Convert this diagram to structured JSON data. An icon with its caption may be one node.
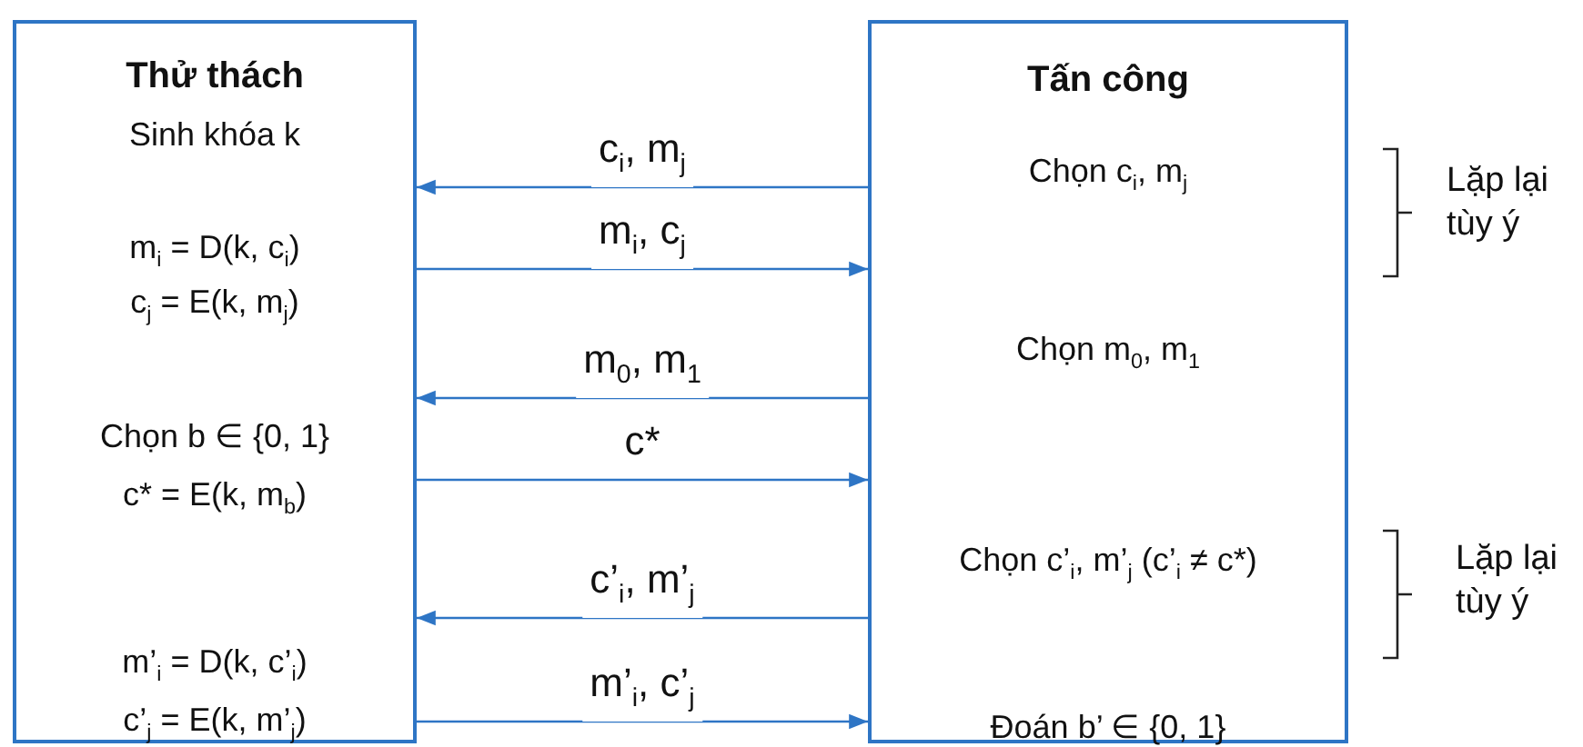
{
  "diagram": {
    "nodes": [
      {
        "text": [
          "Thử thách",
          "Sinh khóa k",
          "m$_{i}$ = D(k, c$_{i}$)",
          "c$_{j}$ = E(k, m$_{j}$)",
          "Chọn b ∈ {0, 1}",
          "c* =  E(k, m$_{b}$)",
          "m’$_{i}$ = D(k, c’$_{i}$)",
          "c’$_{j}$ = E(k, m’$_{j}$)"
        ]
      },
      {
        "text": [
          "Tấn công",
          "Chọn c$_{i}$, m$_{j}$",
          "Chọn m$_{0}$, m$_{1}$",
          "Chọn c’$_{i}$, m’$_{j}$ (c’$_{i}$ ≠ c*)",
          "Đoán b’ ∈ {0, 1}"
        ]
      }
    ],
    "edges": [
      {
        "from": 1,
        "to": 0,
        "arrow": "to",
        "label": "c$_{i}$, m$_{j}$"
      },
      {
        "from": 0,
        "to": 1,
        "arrow": "to",
        "label": "m$_{i}$, c$_{j}$"
      },
      {
        "from": 1,
        "to": 0,
        "arrow": "to",
        "label": "m$_{0}$, m$_{1}$"
      },
      {
        "from": 0,
        "to": 1,
        "arrow": "to",
        "label": "c*"
      },
      {
        "from": 1,
        "to": 0,
        "arrow": "to",
        "label": "c’$_{i}$, m’$_{j}$"
      },
      {
        "from": 0,
        "to": 1,
        "arrow": "to",
        "label": "m’$_{i}$, c’$_{j}$"
      }
    ],
    "labels": [
      "Lặp lại tùy ý",
      "Lặp lại tùy ý"
    ]
  }
}
